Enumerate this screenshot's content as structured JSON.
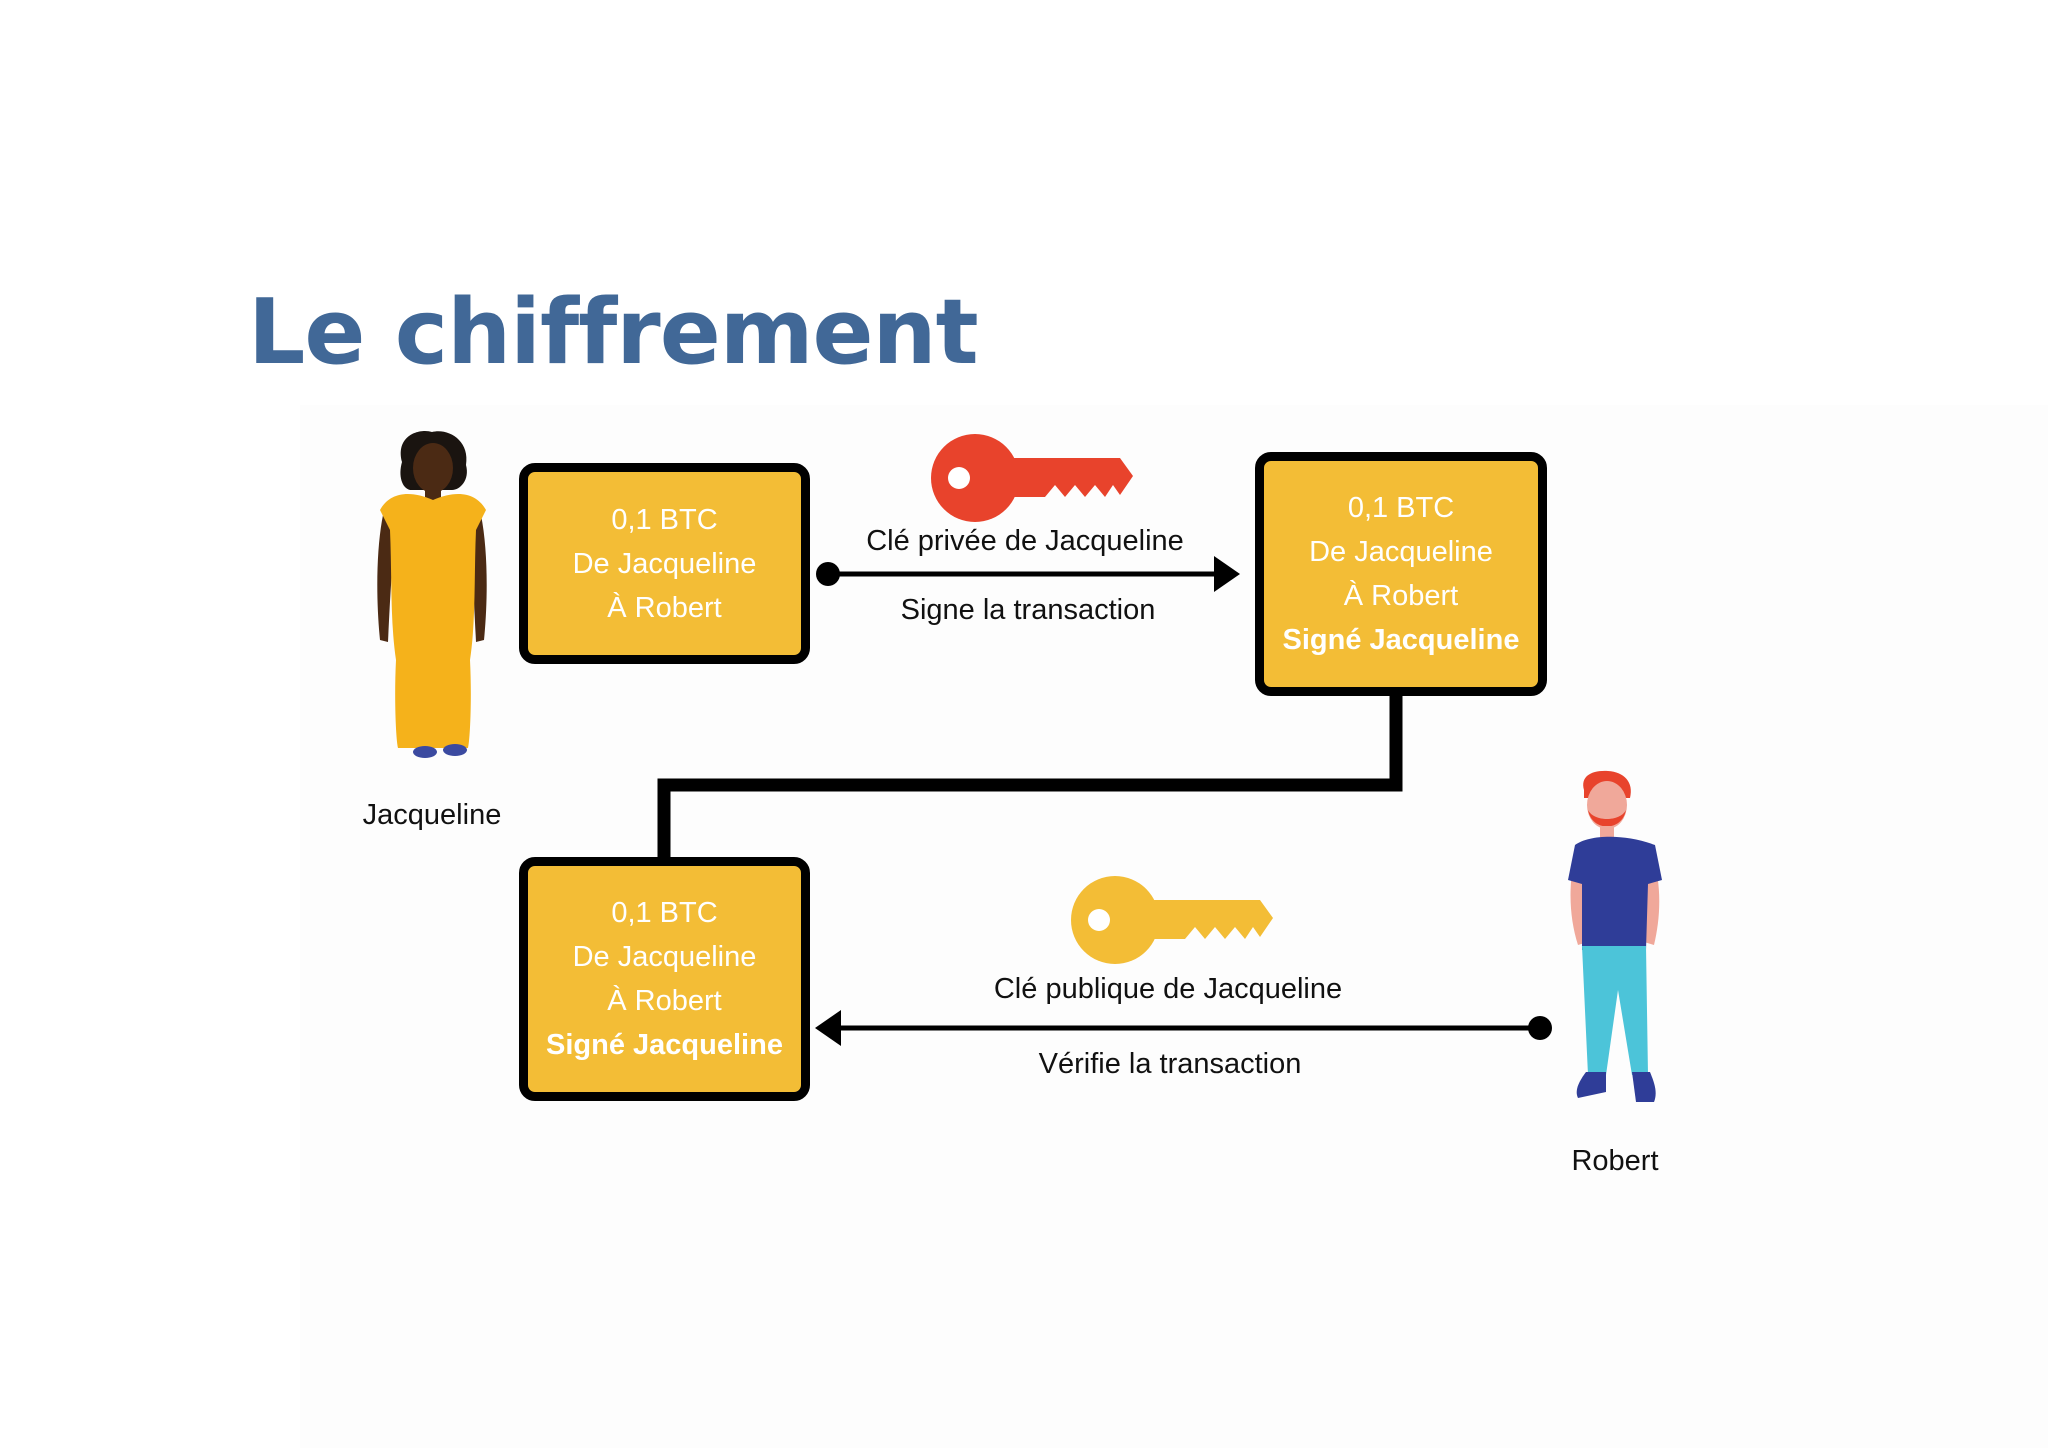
{
  "title": "Le chiffrement",
  "people": {
    "sender": "Jacqueline",
    "receiver": "Robert"
  },
  "box_initial": {
    "line1": "0,1 BTC",
    "line2": "De Jacqueline",
    "line3": "À Robert"
  },
  "box_signed": {
    "line1": "0,1 BTC",
    "line2": "De Jacqueline",
    "line3": "À Robert",
    "line4": "Signé Jacqueline"
  },
  "box_verified": {
    "line1": "0,1 BTC",
    "line2": "De Jacqueline",
    "line3": "À Robert",
    "line4": "Signé Jacqueline"
  },
  "step_sign": {
    "key_label": "Clé privée de Jacqueline",
    "action": "Signe la transaction",
    "key_icon": "key-icon",
    "key_color": "#e8432c"
  },
  "step_verify": {
    "key_label": "Clé publique de Jacqueline",
    "action": "Vérifie la transaction",
    "key_icon": "key-icon",
    "key_color": "#f3bd36"
  },
  "colors": {
    "title": "#416897",
    "box_fill": "#f3bd36",
    "box_border": "#000000",
    "box_text": "#ffffff",
    "dress": "#f5b21b",
    "robert_shirt": "#2f3d98",
    "robert_pants": "#4cc4d9",
    "robert_hair": "#e8432c"
  }
}
